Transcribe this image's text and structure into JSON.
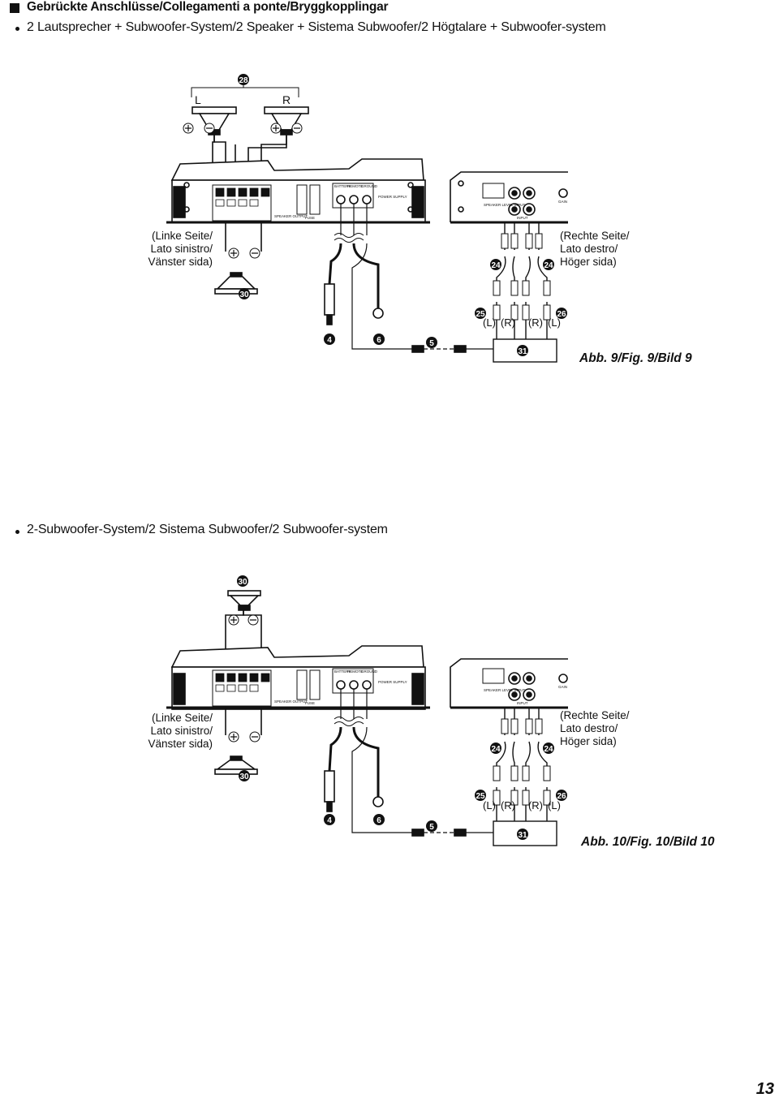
{
  "header": {
    "section_title": "Gebrückte Anschlüsse/Collegamenti a ponte/Bryggkopplingar",
    "bullet1": "2 Lautsprecher + Subwoofer-System/2 Speaker + Sistema Subwoofer/2 Högtalare + Subwoofer-system",
    "bullet2": "2-Subwoofer-System/2 Sistema Subwoofer/2 Subwoofer-system"
  },
  "fig1": {
    "caption": "Abb. 9/Fig. 9/Bild 9",
    "speaker_left": "L",
    "speaker_right": "R",
    "left_side": [
      "(Linke Seite/",
      "Lato sinistro/",
      "Vänster sida)"
    ],
    "right_side": [
      "(Rechte Seite/",
      "Lato destro/",
      "Höger sida)"
    ],
    "callouts": [
      "28",
      "30",
      "24",
      "24",
      "25",
      "26",
      "4",
      "6",
      "5",
      "31"
    ],
    "rca_labels": [
      "(L)",
      "(R)",
      "(R)",
      "(L)"
    ]
  },
  "fig2": {
    "caption": "Abb. 10/Fig. 10/Bild 10",
    "left_side": [
      "(Linke Seite/",
      "Lato sinistro/",
      "Vänster sida)"
    ],
    "right_side": [
      "(Rechte Seite/",
      "Lato destro/",
      "Höger sida)"
    ],
    "callouts": [
      "30",
      "30",
      "24",
      "24",
      "25",
      "26",
      "4",
      "6",
      "5",
      "31"
    ],
    "rca_labels": [
      "(L)",
      "(R)",
      "(R)",
      "(L)"
    ]
  },
  "amp_panel": {
    "speaker_output": "SPEAKER OUTPUT",
    "fuse": "FUSE",
    "battery": "BATTERY",
    "remote": "REMOTE",
    "ground": "GROUND",
    "power_supply": "POWER SUPPLY",
    "speaker_level_input": "SPEAKER LEVEL INPUT",
    "input": "INPUT",
    "gain": "GAIN"
  },
  "page_number": "13"
}
